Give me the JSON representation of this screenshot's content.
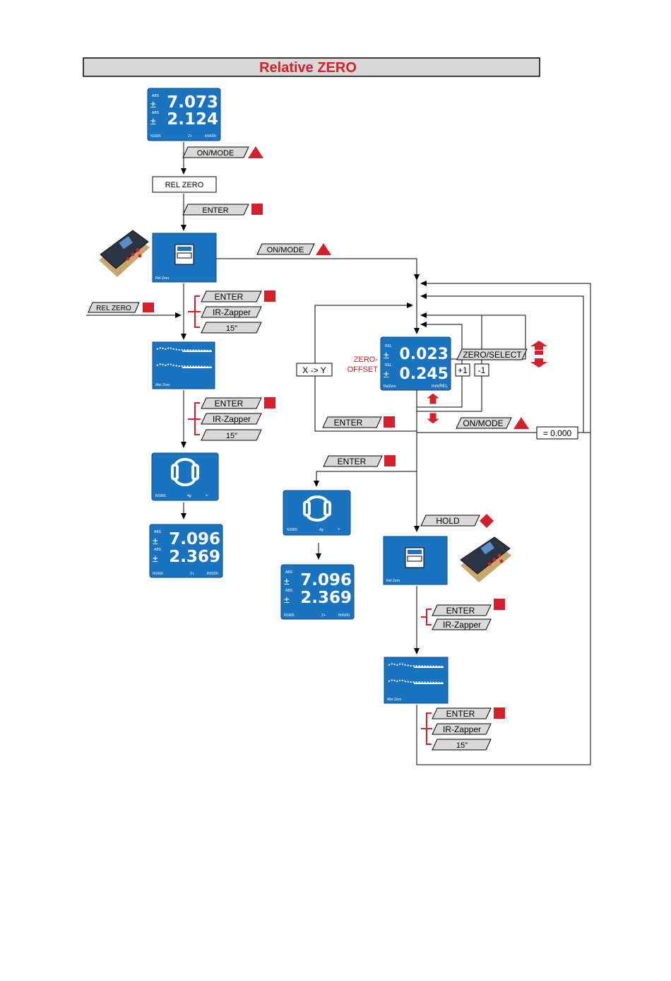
{
  "title": "Relative ZERO",
  "colors": {
    "lcd": "#1a73be",
    "accent": "#d4202a",
    "label_fill": "#d9d9d9",
    "title_bar": "#d9d9d9"
  },
  "lcd_top": {
    "line1": "7.073",
    "line2": "2.124",
    "unit": "mm/in",
    "ind1": "ABS",
    "ind2": "ABS",
    "foot_left": "N1665",
    "foot_mid": "Z+"
  },
  "rel_zero_box": "REL ZERO",
  "keys": {
    "on_mode": "ON/MODE",
    "enter": "ENTER",
    "rel_zero": "REL ZERO",
    "ir_zapper": "IR-Zapper",
    "sec15": "15\"",
    "zero_select": "ZERO/SELECT",
    "hold": "HOLD",
    "plus1": "+1",
    "minus1": "-1",
    "x_y": "X -> Y",
    "eq_zero": "= 0.000"
  },
  "screens": {
    "rel_zero_caption": "Rel Zero",
    "abs_zero_caption": "Abs Zero",
    "sync_foot_left": "N1665",
    "sync_foot_mid": "4g",
    "sync_foot_right": "+"
  },
  "lcd_result": {
    "line1": "7.096",
    "line2": "2.369",
    "unit": "mm/in",
    "ind1": "ABS",
    "ind2": "ABS",
    "foot_left": "N1665",
    "foot_mid": "Z+"
  },
  "lcd_rel": {
    "line1": "0.023",
    "line2": "0.245",
    "ind1": "REL",
    "ind2": "REL",
    "caption": "RelZero",
    "unit": "mm/REL"
  },
  "zero_offset": {
    "line1": "ZERO-",
    "line2": "OFFSET"
  }
}
